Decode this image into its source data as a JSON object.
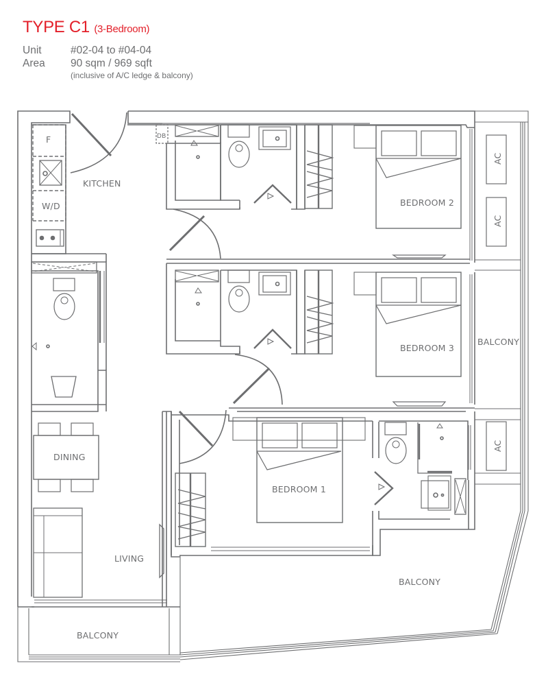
{
  "header": {
    "type_label": "TYPE C1",
    "type_sub": "(3-Bedroom)",
    "unit_key": "Unit",
    "unit_value": "#02-04 to #04-04",
    "area_key": "Area",
    "area_value": "90 sqm / 969 sqft",
    "area_note": "(inclusive of A/C ledge & balcony)"
  },
  "plan": {
    "colors": {
      "wall": "#6d6e70",
      "title": "#e3202a",
      "text": "#6d6e70"
    },
    "rooms": {
      "kitchen": "KITCHEN",
      "bedroom2": "BEDROOM 2",
      "bedroom3": "BEDROOM 3",
      "bedroom1": "BEDROOM 1",
      "dining": "DINING",
      "living": "LIVING",
      "balcony_right": "BALCONY",
      "balcony_bottom_right": "BALCONY",
      "balcony_bottom_left": "BALCONY"
    },
    "fixtures": {
      "fridge": "F",
      "washer_dryer": "W/D",
      "distribution_board": "DB",
      "ac1": "AC",
      "ac2": "AC",
      "ac3": "AC"
    }
  }
}
